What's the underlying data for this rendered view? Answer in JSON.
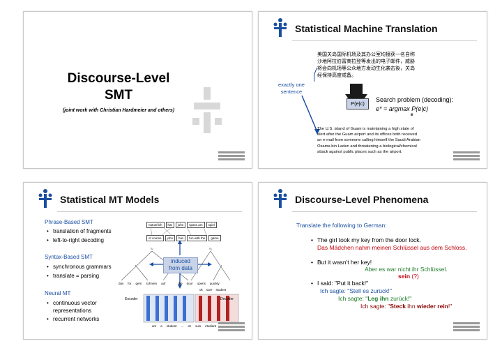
{
  "slide1": {
    "title_line1": "Discourse-Level",
    "title_line2": "SMT",
    "subtitle": "(joint work with Christian Hardmeier and others)"
  },
  "slide2": {
    "title": "Statistical Machine Translation",
    "chinese_text": "美国关岛国际机场及其办公室均接获一名自称沙地阿拉伯富商拉登等发出的电子邮件，威胁将会向机场等公众地方发动生化袭击後，关岛经保持高度戒备。",
    "exactly_one": "exactly one",
    "sentence": "sentence",
    "box_label": "P(e|c)",
    "search_label": "Search problem (decoding):",
    "formula": "e* = argmax P(e|c)",
    "formula_sub": "e",
    "english_text": "The U.S. island of Guam is maintaining a high state of alert after the Guam airport and its offices both received an e-mail from someone calling himself the Saudi Arabian Osama bin Laden and threatening a biological/chemical attack against public places such as the airport."
  },
  "slide3": {
    "title": "Statistical MT Models",
    "pb_heading": "Phrase-Based SMT",
    "pb_items": [
      "translation of fragments",
      "left-to-right decoding"
    ],
    "sb_heading": "Syntax-Based SMT",
    "sb_items": [
      "synchronous grammars",
      "translate = parsing"
    ],
    "nm_heading": "Neural MT",
    "nm_items": [
      "continuous vector representations",
      "recurrent networks"
    ],
    "induced_line1": "induced",
    "induced_line2": "from data",
    "phrase_top": [
      "natuerlich",
      "hat",
      "john",
      "spass am",
      "spiel"
    ],
    "phrase_bottom": [
      "of course",
      "john",
      "has",
      "fun with the",
      "game"
    ],
    "tree_words": [
      "das",
      "for",
      "gern",
      "schnein",
      "auf",
      "the",
      "door",
      "opens",
      "quickly"
    ],
    "encoder_label": "Encoder",
    "decoder_label": "Decoder",
    "nn_top": [
      "ok",
      "sure",
      "student"
    ],
    "nn_bottom": [
      "am",
      "a",
      "student",
      "...",
      "Je",
      "suis",
      "étudiant"
    ]
  },
  "slide4": {
    "title": "Discourse-Level Phenomena",
    "prompt": "Translate the following to German:",
    "line1": "The girl took my key from the door lock.",
    "line1_de": "Das Mädchen nahm meinen Schlüssel aus dem Schloss.",
    "line2": "But it wasn't her key!",
    "line2_de": "Aber es war nicht ihr Schlüssel.",
    "sein": "sein",
    "sein_q": "(?)",
    "line3": "I said: \"Put it back!\"",
    "de3a": "Ich sagte: \"Stell es zurück!\"",
    "de3b_pre": "Ich sagte: \"",
    "de3b_bold": "Leg ihn",
    "de3b_post": " zurück!\"",
    "de3c_pre": "Ich sagte: \"",
    "de3c_bold1": "Steck",
    "de3c_mid": " ihn ",
    "de3c_bold2": "wieder rein",
    "de3c_post": "!\""
  },
  "colors": {
    "accent_blue": "#1a4fa0",
    "accent_red": "#c0000c",
    "accent_green": "#1e7c2a"
  }
}
